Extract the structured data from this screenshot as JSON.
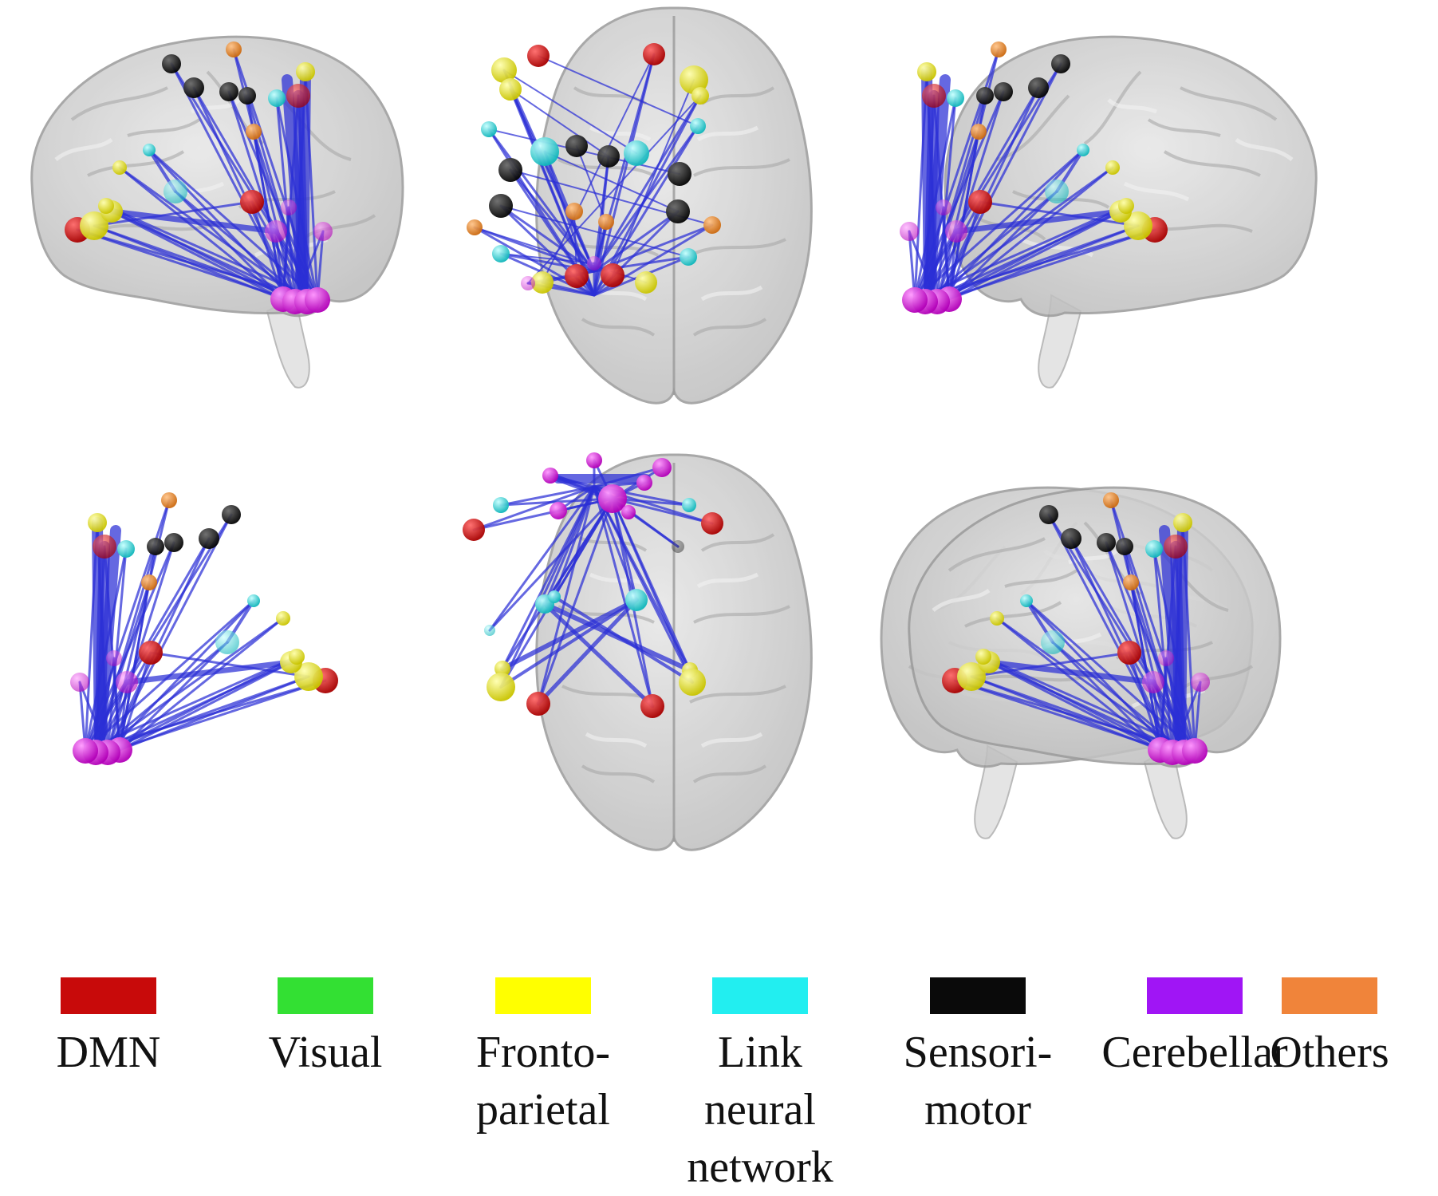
{
  "colors": {
    "dmn": "#c80a0a",
    "visual": "#33e033",
    "fronto_parietal": "#ffff00",
    "link_neural": "#22eef0",
    "sensorimotor": "#0a0a0a",
    "cerebellar": "#a015f5",
    "others": "#f0843a",
    "edge": "#2b2fd6",
    "node_magenta": "#e81ee8",
    "brain_fill": "#d2d2d2",
    "brain_stroke": "#9a9a9a"
  },
  "legend": [
    {
      "key": "dmn",
      "lines": [
        "DMN"
      ]
    },
    {
      "key": "visual",
      "lines": [
        "Visual"
      ]
    },
    {
      "key": "fronto_parietal",
      "lines": [
        "Fronto-",
        "parietal"
      ]
    },
    {
      "key": "link_neural",
      "lines": [
        "Link",
        "neural",
        "network"
      ]
    },
    {
      "key": "sensorimotor",
      "lines": [
        "Sensori-",
        "motor"
      ]
    },
    {
      "key": "cerebellar",
      "lines": [
        "Cerebellar"
      ]
    },
    {
      "key": "others",
      "lines": [
        "Others"
      ]
    }
  ]
}
